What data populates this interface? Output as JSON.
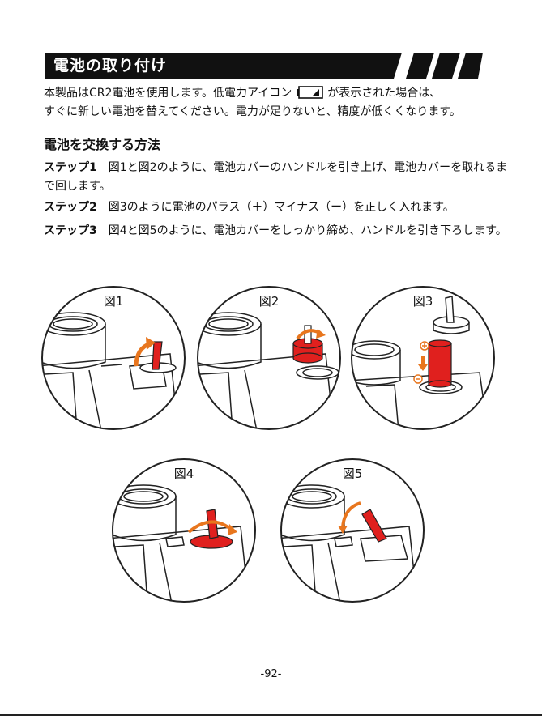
{
  "header": {
    "title": "電池の取り付け"
  },
  "intro": {
    "line1_before": "本製品はCR2電池を使用します。低電力アイコン",
    "line1_after": "が表示された場合は、",
    "line2": "すぐに新しい電池を替えてください。電力が足りないと、精度が低くくなります。",
    "icon": "low-battery-icon"
  },
  "section": {
    "title": "電池を交換する方法"
  },
  "steps": [
    {
      "label": "ステップ1",
      "text": "図1と図2のように、電池カバーのハンドルを引き上げ、電池カバーを取れるまで回します。"
    },
    {
      "label": "ステップ2",
      "text": "図3のように電池のパラス（＋）マイナス（ー）を正しく入れます。"
    },
    {
      "label": "ステップ3",
      "text": "図4と図5のように、電池カバーをしっかり締め、ハンドルを引き下ろします。"
    }
  ],
  "figures": [
    {
      "label": "図1"
    },
    {
      "label": "図2"
    },
    {
      "label": "図3"
    },
    {
      "label": "図4"
    },
    {
      "label": "図5"
    }
  ],
  "footer": {
    "page": "-92-"
  },
  "colors": {
    "banner": "#111111",
    "accent_red": "#e0201e",
    "arrow_orange": "#e8761e",
    "outline": "#222222"
  }
}
